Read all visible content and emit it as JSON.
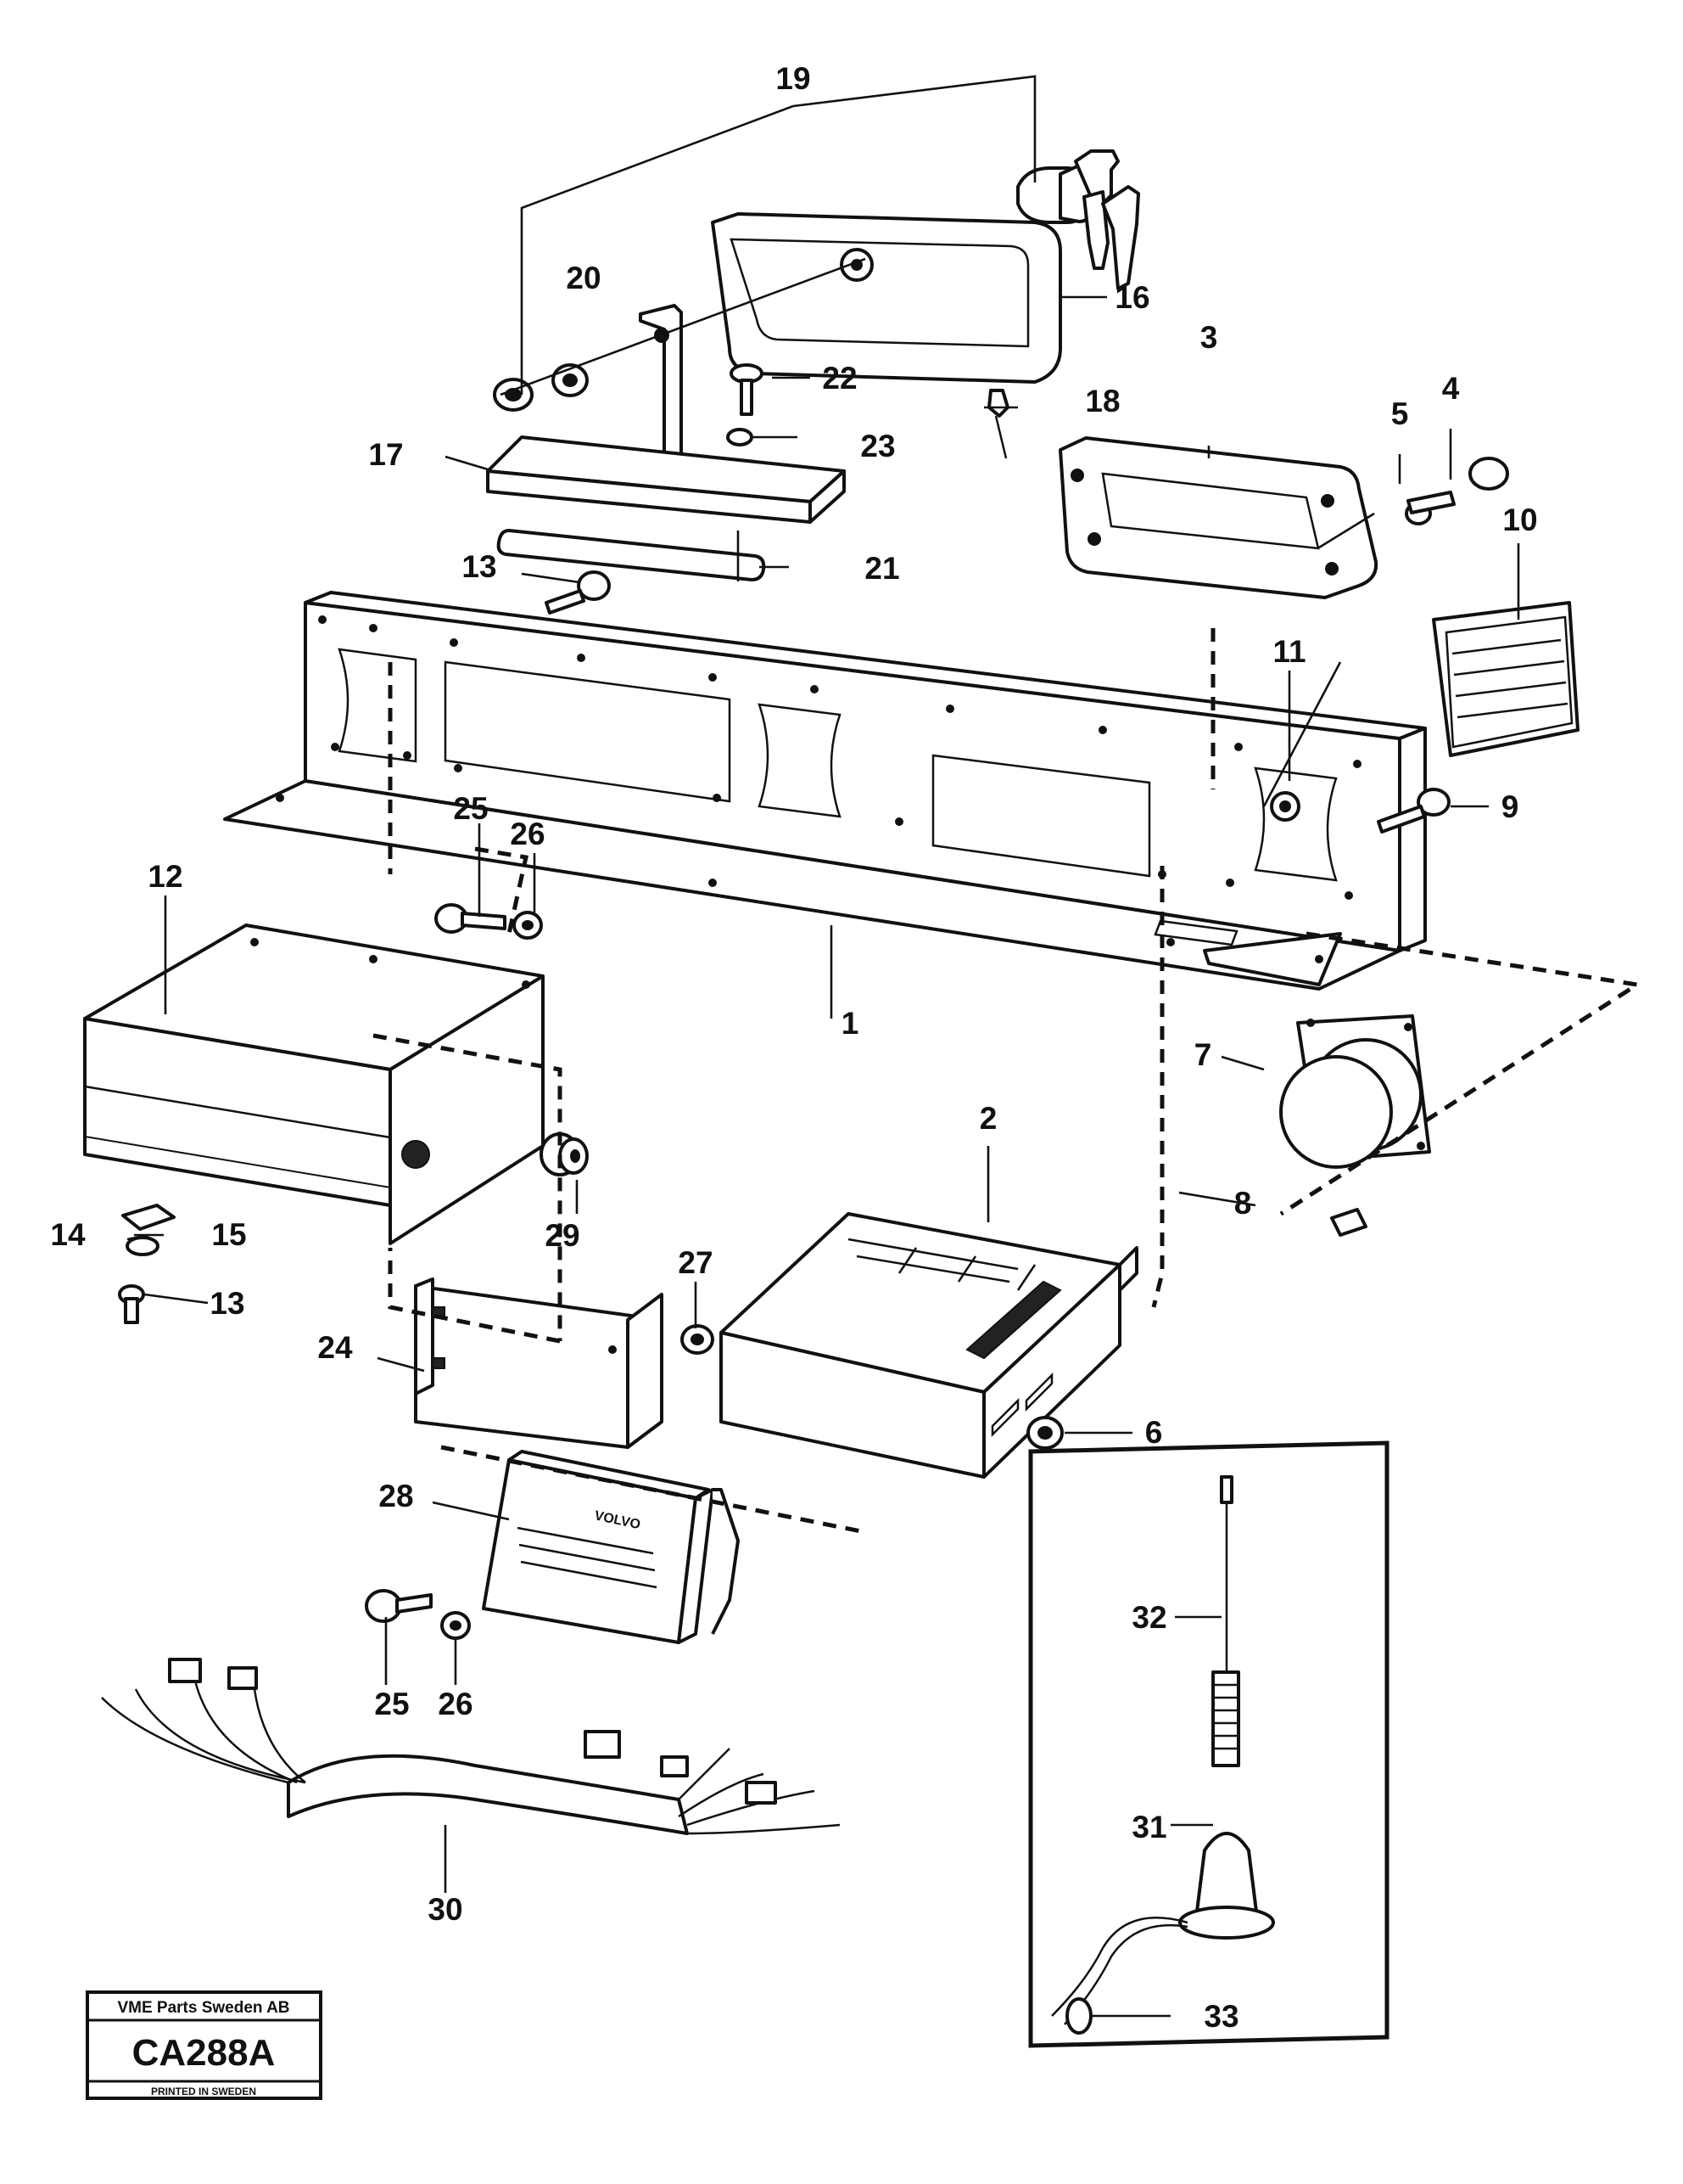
{
  "title_block": {
    "company": "VME Parts Sweden AB",
    "drawing_code": "CA288A",
    "printed": "PRINTED IN SWEDEN"
  },
  "device_text": "VOLVO",
  "callouts": [
    "1",
    "2",
    "3",
    "4",
    "5",
    "6",
    "7",
    "8",
    "9",
    "10",
    "11",
    "12",
    "13",
    "14",
    "15",
    "16",
    "17",
    "18",
    "19",
    "20",
    "21",
    "22",
    "23",
    "24",
    "25",
    "26",
    "27",
    "28",
    "29",
    "30",
    "31",
    "32",
    "33"
  ]
}
